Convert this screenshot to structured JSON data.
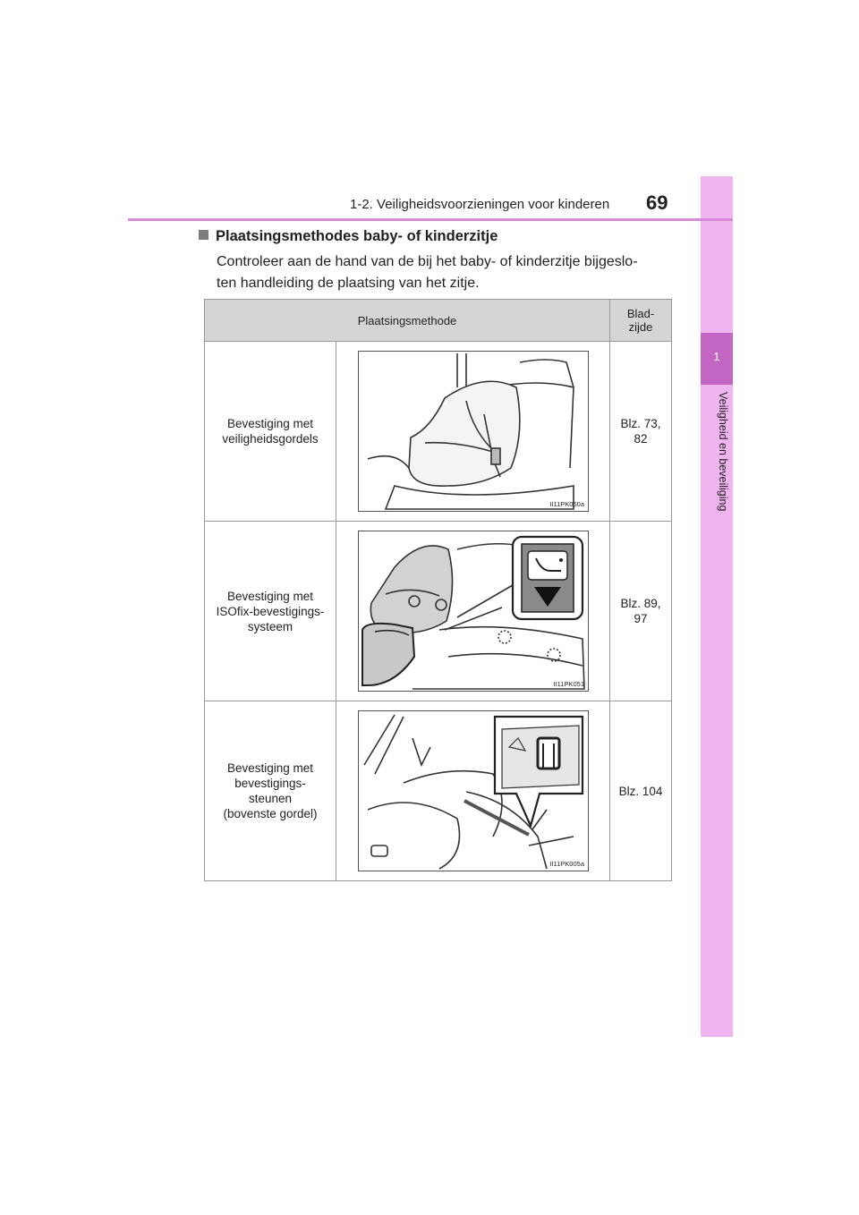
{
  "header": {
    "title": "1-2. Veiligheidsvoorzieningen voor kinderen",
    "page_number": "69"
  },
  "side_tab": {
    "chapter_number": "1",
    "chapter_label": "Veiligheid en beveiliging"
  },
  "section": {
    "heading": "Plaatsingsmethodes baby- of kinderzitje",
    "intro": "Controleer aan de hand van de bij het baby- of kinderzitje bijgeslo-ten handleiding de plaatsing van het zitje."
  },
  "table": {
    "headers": {
      "method": "Plaatsingsmethode",
      "page": "Blad-zijde"
    },
    "rows": [
      {
        "method_lines": [
          "Bevestiging met",
          "veiligheidsgordels"
        ],
        "image_code": "II11PK050a",
        "page_lines": [
          "Blz. 73,",
          "82"
        ]
      },
      {
        "method_lines": [
          "Bevestiging met",
          "ISOfix-bevestigings-",
          "systeem"
        ],
        "image_code": "II11PK051",
        "page_lines": [
          "Blz. 89,",
          "97"
        ]
      },
      {
        "method_lines": [
          "Bevestiging met",
          "bevestigings-",
          "steunen",
          "(bovenste gordel)"
        ],
        "image_code": "II11PK005a",
        "page_lines": [
          "Blz. 104"
        ]
      }
    ]
  },
  "colors": {
    "accent": "#d68ad6",
    "tab": "#f0b4f0",
    "tab_dark": "#c466c4",
    "table_header": "#d5d5d5"
  }
}
